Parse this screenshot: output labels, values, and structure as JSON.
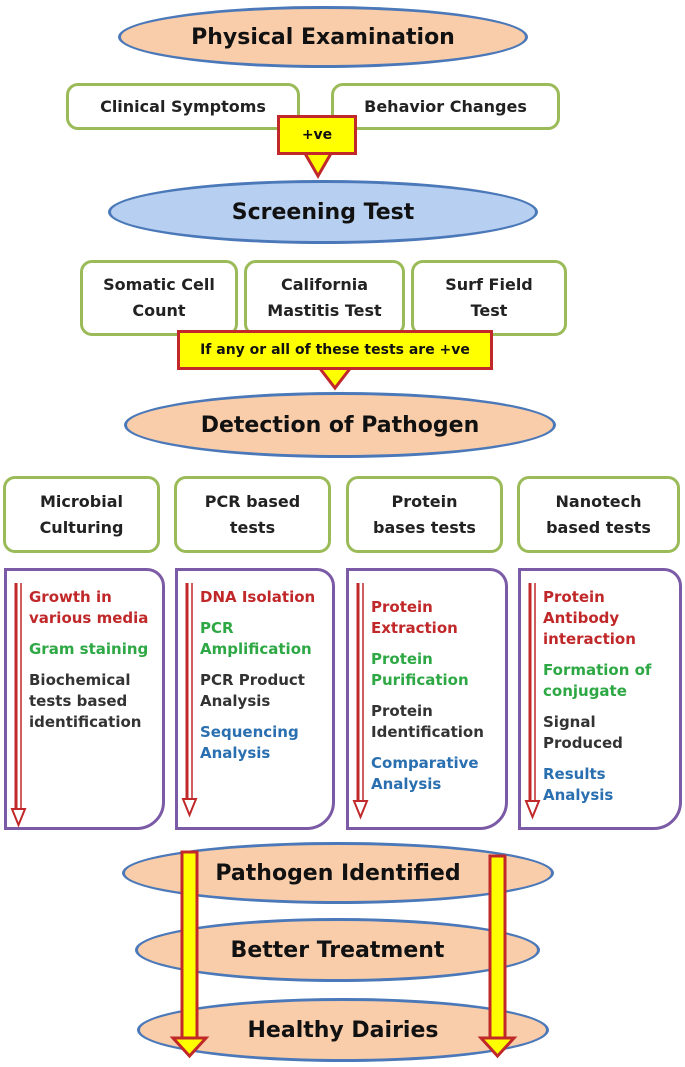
{
  "physical_exam": "Physical Examination",
  "symptoms": [
    "Clinical Symptoms",
    "Behavior Changes"
  ],
  "positive_label": "+ve",
  "screening": "Screening Test",
  "tests": [
    {
      "line1": "Somatic Cell",
      "line2": "Count"
    },
    {
      "line1": "California",
      "line2": "Mastitis Test"
    },
    {
      "line1": "Surf Field",
      "line2": "Test"
    }
  ],
  "tests_positive": "If any or all of these tests are +ve",
  "detection": "Detection of Pathogen",
  "methods": [
    {
      "line1": "Microbial",
      "line2": "Culturing"
    },
    {
      "line1": "PCR based",
      "line2": "tests"
    },
    {
      "line1": "Protein",
      "line2": "bases tests"
    },
    {
      "line1": "Nanotech",
      "line2": "based tests"
    }
  ],
  "steps": [
    [
      "Growth in various media",
      "Gram staining",
      "Biochemical tests based identification"
    ],
    [
      "DNA Isolation",
      "PCR Amplification",
      "PCR Product Analysis",
      "Sequencing Analysis"
    ],
    [
      "Protein Extraction",
      "Protein Purification",
      "Protein Identification",
      "Comparative Analysis"
    ],
    [
      "Protein Antibody interaction",
      "Formation of conjugate",
      "Signal Produced",
      "Results Analysis"
    ]
  ],
  "outcomes": [
    "Pathogen Identified",
    "Better Treatment",
    "Healthy Dairies"
  ],
  "colors": {
    "peach": "#f9cdaa",
    "blue": "#b7cff0",
    "green_border": "#9bbb59",
    "purple_border": "#7b5aa6",
    "arrow_yellow": "#ffff00",
    "arrow_red": "#c0282a"
  }
}
